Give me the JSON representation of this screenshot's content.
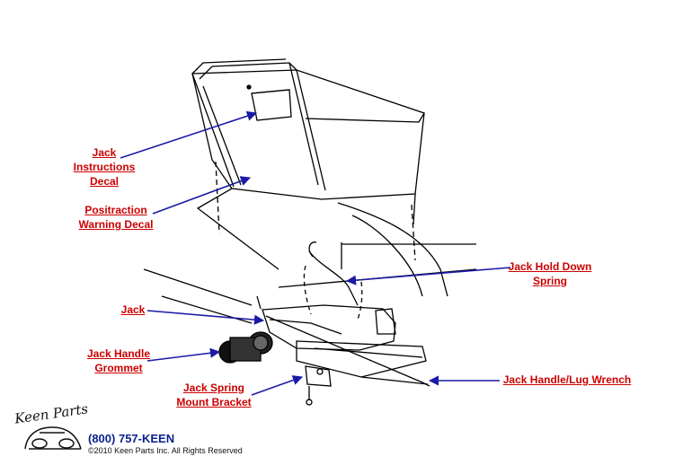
{
  "labels": {
    "jack_instructions": [
      "Jack",
      "Instructions",
      "Decal"
    ],
    "positraction": [
      "Positraction",
      "Warning Decal"
    ],
    "jack": "Jack",
    "jack_handle_grommet": [
      "Jack Handle",
      "Grommet"
    ],
    "jack_spring_mount": [
      "Jack Spring",
      "Mount Bracket"
    ],
    "jack_hold_down_spring": [
      "Jack Hold Down",
      "Spring"
    ],
    "jack_handle_lug_wrench": "Jack Handle/Lug Wrench"
  },
  "footer": {
    "logo_text": "Keen Parts",
    "phone": "(800) 757-KEEN",
    "copyright": "©2010 Keen Parts Inc. All Rights Reserved"
  },
  "colors": {
    "label": "#cc0000",
    "arrow": "#1a1aa6",
    "line": "#000000"
  }
}
